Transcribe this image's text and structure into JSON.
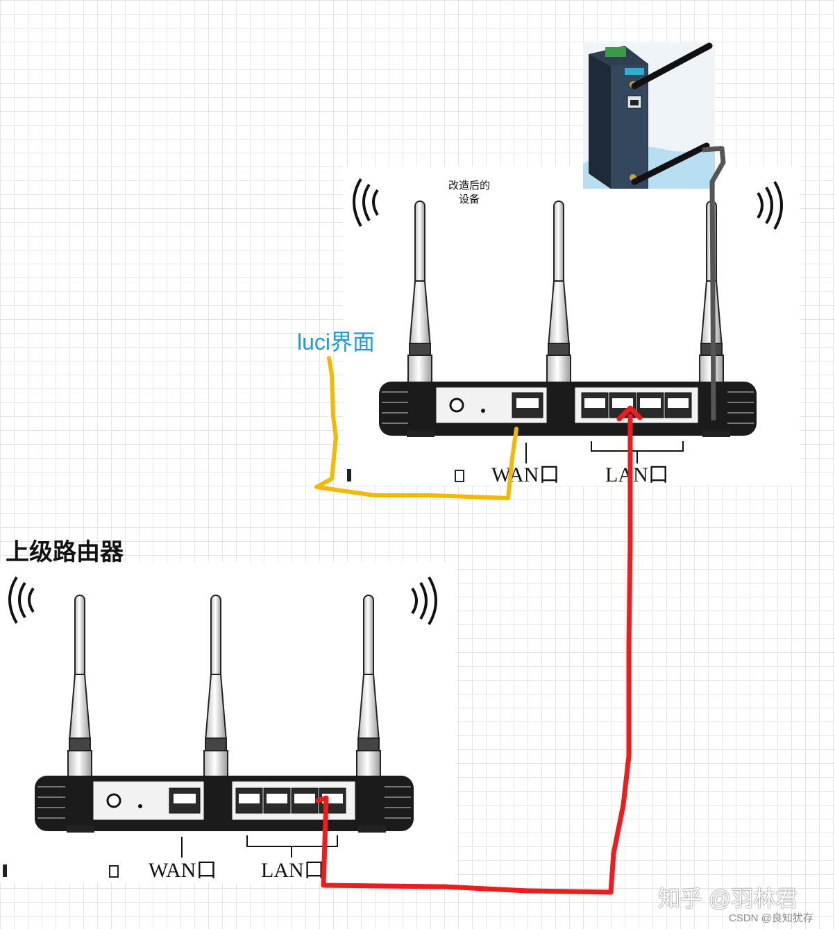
{
  "labels": {
    "modified_device": [
      "改造后的",
      "设备"
    ],
    "luci": "luci界面",
    "upper_router": "上级路由器",
    "wan_top": "WAN口",
    "lan_top": "LAN口",
    "wan_bottom": "WAN口",
    "lan_bottom": "LAN口"
  },
  "watermark": {
    "main": "知乎 @羽林君",
    "csdn": "CSDN @良知犹存"
  },
  "colors": {
    "luci_text": "#1e9be0",
    "yellow_cable": "#f5b800",
    "red_cable": "#ee1c1c",
    "gray_cable": "#555555",
    "gateway_body": "#2e3f52",
    "gateway_label": "#3aa7d8",
    "terminal_green": "#3b9a4a"
  },
  "icons": [
    "router-icon",
    "gateway-device-icon",
    "antenna-icon",
    "wifi-signal-icon",
    "ethernet-port-icon"
  ]
}
